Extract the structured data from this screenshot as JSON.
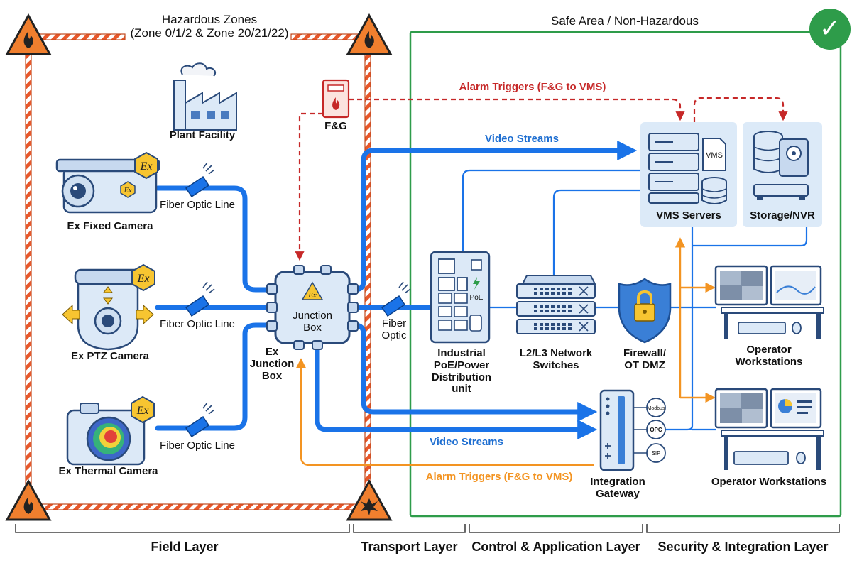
{
  "zones": {
    "hazardous_title": "Hazardous Zones\n(Zone 0/1/2 & Zone 20/21/22)",
    "safe_title": "Safe Area / Non-Hazardous"
  },
  "devices": {
    "plant": "Plant Facility",
    "fg": "F&G",
    "fixed_camera": "Ex Fixed Camera",
    "ptz_camera": "Ex PTZ Camera",
    "thermal_camera": "Ex Thermal Camera",
    "junction_box_inner": "Junction\nBox",
    "junction_box_label": "Ex\nJunction\nBox",
    "ex_mark": "Ex",
    "poe_unit": "Industrial\nPoE/Power\nDistribution\nunit",
    "poe_text": "PoE",
    "switches": "L2/L3 Network\nSwitches",
    "firewall": "Firewall/\nOT DMZ",
    "vms_servers": "VMS Servers",
    "vms_tag": "VMS",
    "storage": "Storage/NVR",
    "operator_ws_1": "Operator\nWorkstations",
    "operator_ws_2": "Operator Workstations",
    "gateway": "Integration\nGateway",
    "gateway_protocols": [
      "Modbus",
      "OPC",
      "SIP"
    ]
  },
  "links": {
    "fiber_1": "Fiber Optic Line",
    "fiber_2": "Fiber Optic Line",
    "fiber_3": "Fiber Optic Line",
    "fiber_optic": "Fiber\nOptic",
    "video_top": "Video Streams",
    "video_bottom": "Video Streams",
    "alarm_top": "Alarm Triggers (F&G to VMS)",
    "alarm_bottom": "Alarm Triggers (F&G to VMS)"
  },
  "layers": [
    "Field Layer",
    "Transport Layer",
    "Control & Application Layer",
    "Security & Integration Layer"
  ],
  "status": {
    "safe_check": "✓"
  },
  "colors": {
    "hazard_orange": "#e8572a",
    "link_blue": "#1a73e8",
    "alarm_orange": "#f39422",
    "alarm_red": "#c62828",
    "safe_green": "#2e9c4a",
    "device_fill": "#dce9f7",
    "device_stroke": "#2a4a7a",
    "ex_yellow": "#f7c531"
  }
}
